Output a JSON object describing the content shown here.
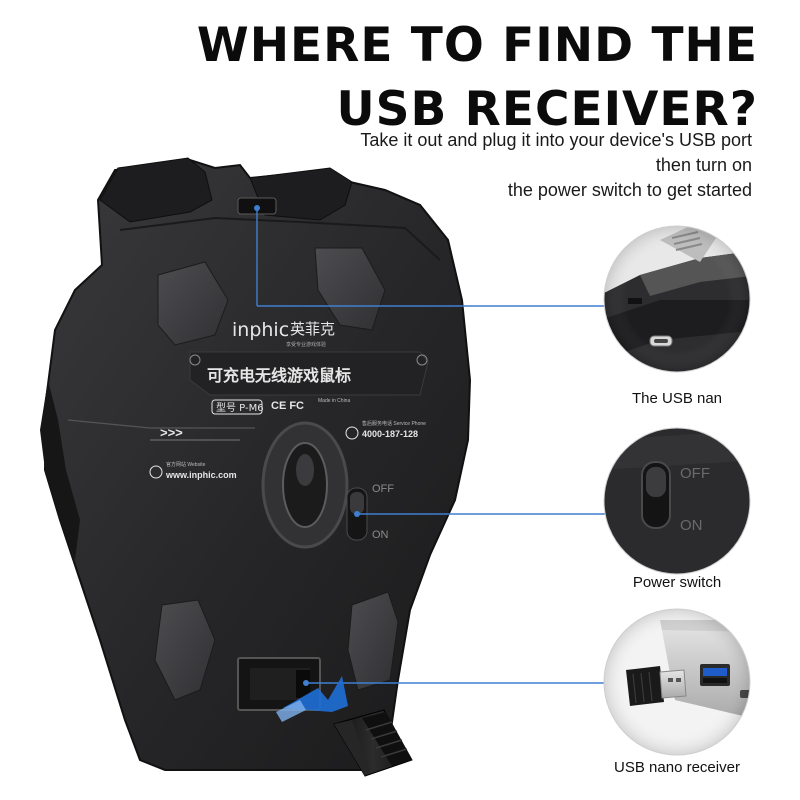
{
  "headline": {
    "line1": "WHERE TO FIND THE",
    "line2": "USB RECEIVER?"
  },
  "instructions": {
    "line1": "Take it out and plug it into your device's USB port",
    "line2": "then turn on",
    "line3": "the power switch to get started"
  },
  "mouse_label": {
    "brand": "inphic",
    "brand_cn": "英菲克",
    "brand_sub": "享受专业游戏体验",
    "product_cn": "可充电无线游戏鼠标",
    "cert_marks": "CE FC",
    "model": "型号 P-M6",
    "made_in": "Made in China",
    "arrows": ">>>",
    "website_caption": "官方网站 Website",
    "website": "www.inphic.com",
    "hotline_caption": "售后服务电话 Service Phone",
    "hotline": "4000-187-128",
    "switch_off": "OFF",
    "switch_on": "ON"
  },
  "callouts": [
    {
      "label": "The USB nan"
    },
    {
      "label": "Power switch"
    },
    {
      "label": "USB nano receiver"
    }
  ],
  "colors": {
    "accent_line": "#3f7fcf",
    "accent_arrow": "#1f6fd6",
    "mouse_body": "#2a2a2c",
    "mouse_panel": "#39393c",
    "label_text": "#e6e6e6"
  }
}
